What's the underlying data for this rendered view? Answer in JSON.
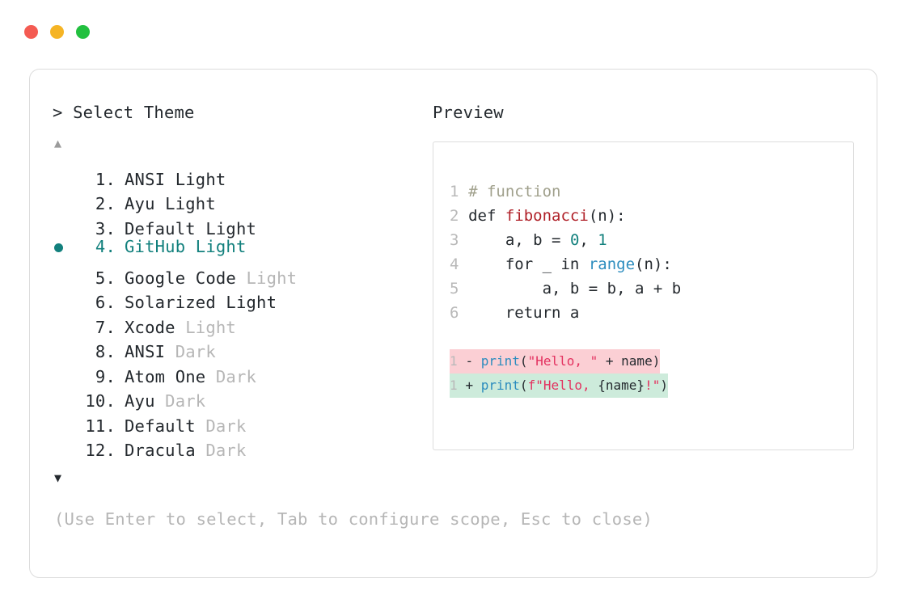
{
  "window": {
    "traffic_lights": [
      {
        "name": "close-button",
        "color": "#f45b52"
      },
      {
        "name": "minimize-button",
        "color": "#f5b425"
      },
      {
        "name": "maximize-button",
        "color": "#22c03f"
      }
    ]
  },
  "colors": {
    "accent_teal": "#12807d",
    "text": "#24292e",
    "muted": "#b6b6b6",
    "border": "#dcdcdc",
    "diff_del_bg": "#fbcfd4",
    "diff_add_bg": "#cdebdb"
  },
  "left_panel": {
    "prompt": "> Select Theme",
    "scroll_up_icon": "▲",
    "scroll_down_icon": "▼",
    "selected_index": 4,
    "items": [
      {
        "index": "1.",
        "name": "ANSI",
        "suffix": "Light",
        "suffix_muted": false,
        "selected": false
      },
      {
        "index": "2.",
        "name": "Ayu",
        "suffix": "Light",
        "suffix_muted": false,
        "selected": false
      },
      {
        "index": "3.",
        "name": "Default",
        "suffix": "Light",
        "suffix_muted": false,
        "selected": false
      },
      {
        "index": "4.",
        "name": "GitHub",
        "suffix": "Light",
        "suffix_muted": false,
        "selected": true
      },
      {
        "index": "5.",
        "name": "Google Code",
        "suffix": "Light",
        "suffix_muted": true,
        "selected": false
      },
      {
        "index": "6.",
        "name": "Solarized",
        "suffix": "Light",
        "suffix_muted": false,
        "selected": false
      },
      {
        "index": "7.",
        "name": "Xcode",
        "suffix": "Light",
        "suffix_muted": true,
        "selected": false
      },
      {
        "index": "8.",
        "name": "ANSI",
        "suffix": "Dark",
        "suffix_muted": true,
        "selected": false
      },
      {
        "index": "9.",
        "name": "Atom One",
        "suffix": "Dark",
        "suffix_muted": true,
        "selected": false
      },
      {
        "index": "10.",
        "name": "Ayu",
        "suffix": "Dark",
        "suffix_muted": true,
        "selected": false
      },
      {
        "index": "11.",
        "name": "Default",
        "suffix": "Dark",
        "suffix_muted": true,
        "selected": false
      },
      {
        "index": "12.",
        "name": "Dracula",
        "suffix": "Dark",
        "suffix_muted": true,
        "selected": false
      }
    ]
  },
  "right_panel": {
    "title": "Preview",
    "code_lines": [
      {
        "num": "1",
        "tokens": [
          {
            "t": "# function",
            "c": "comment"
          }
        ]
      },
      {
        "num": "2",
        "tokens": [
          {
            "t": "def ",
            "c": "kw"
          },
          {
            "t": "fibonacci",
            "c": "fn"
          },
          {
            "t": "(n):",
            "c": "plain"
          }
        ]
      },
      {
        "num": "3",
        "tokens": [
          {
            "t": "    a, b = ",
            "c": "plain"
          },
          {
            "t": "0",
            "c": "num"
          },
          {
            "t": ", ",
            "c": "plain"
          },
          {
            "t": "1",
            "c": "num"
          }
        ]
      },
      {
        "num": "4",
        "tokens": [
          {
            "t": "    for _ in ",
            "c": "plain"
          },
          {
            "t": "range",
            "c": "builtin"
          },
          {
            "t": "(n):",
            "c": "plain"
          }
        ]
      },
      {
        "num": "5",
        "tokens": [
          {
            "t": "        a, b = b, a + b",
            "c": "plain"
          }
        ]
      },
      {
        "num": "6",
        "tokens": [
          {
            "t": "    return a",
            "c": "plain"
          }
        ]
      }
    ],
    "diff_lines": [
      {
        "num": "1",
        "sign": "-",
        "kind": "del",
        "tokens": [
          {
            "t": "print",
            "c": "builtin"
          },
          {
            "t": "(",
            "c": "plain"
          },
          {
            "t": "\"Hello, \"",
            "c": "str"
          },
          {
            "t": " + name)",
            "c": "plain"
          }
        ]
      },
      {
        "num": "1",
        "sign": "+",
        "kind": "add",
        "tokens": [
          {
            "t": "print",
            "c": "builtin"
          },
          {
            "t": "(",
            "c": "plain"
          },
          {
            "t": "f\"Hello, ",
            "c": "str"
          },
          {
            "t": "{name}",
            "c": "plain"
          },
          {
            "t": "!\"",
            "c": "str"
          },
          {
            "t": ")",
            "c": "plain"
          }
        ]
      }
    ]
  },
  "footer": {
    "hint": "(Use Enter to select, Tab to configure scope, Esc to close)"
  }
}
